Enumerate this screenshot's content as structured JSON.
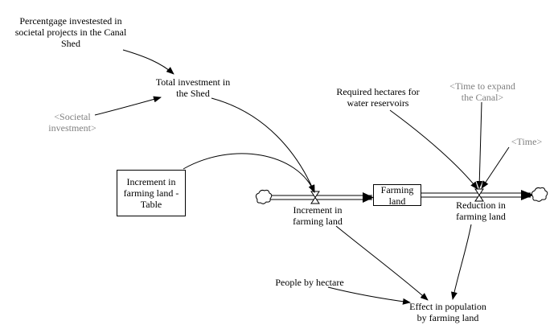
{
  "diagram": {
    "variables": {
      "pct_invested": "Percentgage investested in\nsocietal projects in the Canal\nShed",
      "total_investment": "Total investment in\nthe Shed",
      "societal_investment": "<Societal\ninvestment>",
      "increment_table": "Increment in\nfarming land -\nTable",
      "required_hectares": "Required hectares for\nwater reservoirs",
      "time_to_expand": "<Time to expand\nthe Canal>",
      "time": "<Time>",
      "farming_land": "Farming land",
      "increment_flow": "Increment in\nfarming land",
      "reduction_flow": "Reduction in\nfarming land",
      "people_by_hectare": "People by hectare",
      "effect_population": "Effect in population\nby farming land"
    }
  }
}
